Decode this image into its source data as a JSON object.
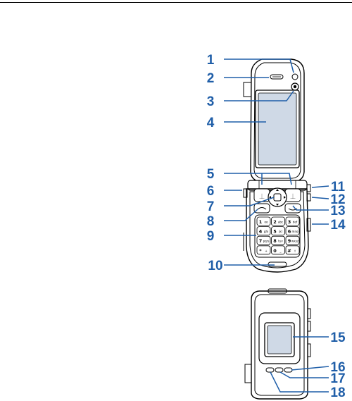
{
  "figure": {
    "accent_color": "#1f5ea8",
    "callouts": [
      {
        "number": "1"
      },
      {
        "number": "2"
      },
      {
        "number": "3"
      },
      {
        "number": "4"
      },
      {
        "number": "5"
      },
      {
        "number": "6"
      },
      {
        "number": "7"
      },
      {
        "number": "8"
      },
      {
        "number": "9"
      },
      {
        "number": "10"
      },
      {
        "number": "11"
      },
      {
        "number": "12"
      },
      {
        "number": "13"
      },
      {
        "number": "14"
      },
      {
        "number": "15"
      },
      {
        "number": "16"
      },
      {
        "number": "17"
      },
      {
        "number": "18"
      }
    ],
    "keypad_keys": [
      {
        "digit": "1",
        "letters": "oo"
      },
      {
        "digit": "2",
        "letters": "abc"
      },
      {
        "digit": "3",
        "letters": "def"
      },
      {
        "digit": "4",
        "letters": "ghi"
      },
      {
        "digit": "5",
        "letters": "jkl"
      },
      {
        "digit": "6",
        "letters": "mno"
      },
      {
        "digit": "7",
        "letters": "pqrs"
      },
      {
        "digit": "8",
        "letters": "tuv"
      },
      {
        "digit": "9",
        "letters": "wxyz"
      },
      {
        "digit": "*",
        "letters": "+"
      },
      {
        "digit": "0",
        "letters": "_"
      },
      {
        "digit": "#",
        "letters": "⇧"
      }
    ],
    "icons": [
      "earpiece-icon",
      "camera-lens-icon",
      "navigation-key-icon",
      "call-key-icon",
      "end-key-icon",
      "hinge-icon"
    ]
  }
}
